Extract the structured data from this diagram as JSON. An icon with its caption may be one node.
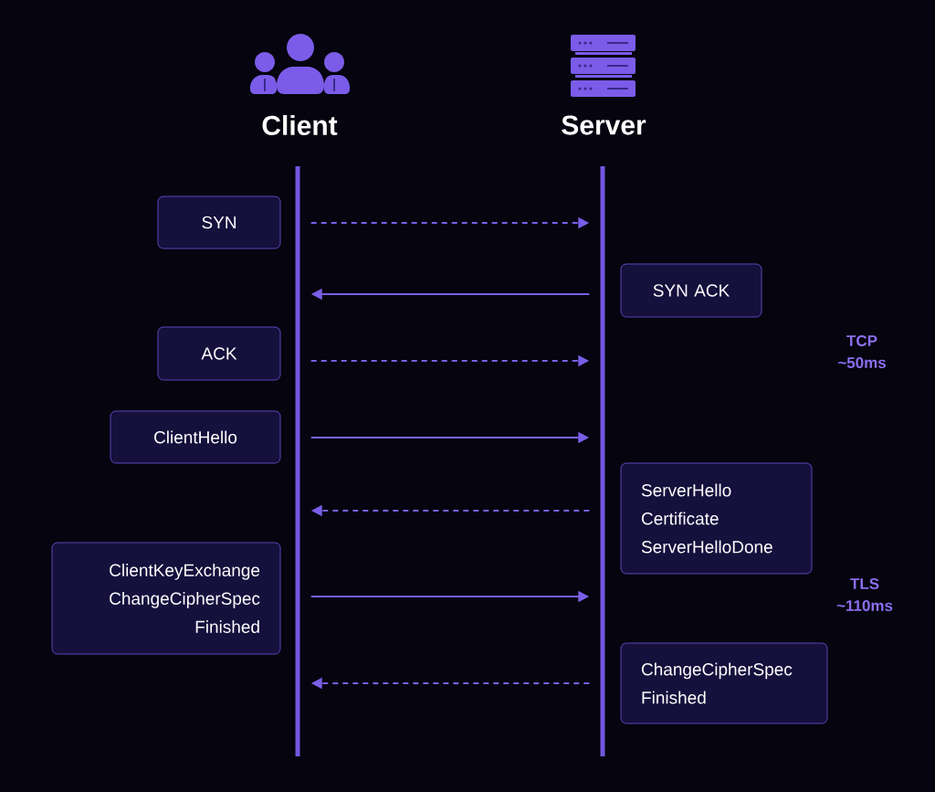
{
  "diagram": {
    "nodes": [
      {
        "text": [
          "Client"
        ]
      },
      {
        "text": [
          "Server"
        ]
      },
      {
        "text": [],
        "shape": "bar"
      },
      {
        "text": [],
        "shape": "bar"
      }
    ],
    "edges": [
      {
        "from": 2,
        "to": 3,
        "arrow": "to",
        "style": "dashed",
        "label": "SYN"
      },
      {
        "from": 3,
        "to": 2,
        "arrow": "to",
        "label": "SYN ACK"
      },
      {
        "from": 2,
        "to": 3,
        "arrow": "to",
        "style": "dashed",
        "label": "ACK"
      },
      {
        "from": 2,
        "to": 3,
        "arrow": "to",
        "label": "ClientHello"
      },
      {
        "from": 3,
        "to": 2,
        "arrow": "to",
        "style": "dashed",
        "label": "ServerHello Certificate ServerHelloDone"
      },
      {
        "from": 2,
        "to": 3,
        "arrow": "to",
        "label": "ClientKeyExchange ChangeCipherSpec Finished"
      },
      {
        "from": 3,
        "to": 2,
        "arrow": "to",
        "style": "dashed",
        "label": "ChangeCipherSpec Finished"
      }
    ],
    "labels": [
      "TCP ~50ms",
      "TLS ~110ms"
    ]
  }
}
